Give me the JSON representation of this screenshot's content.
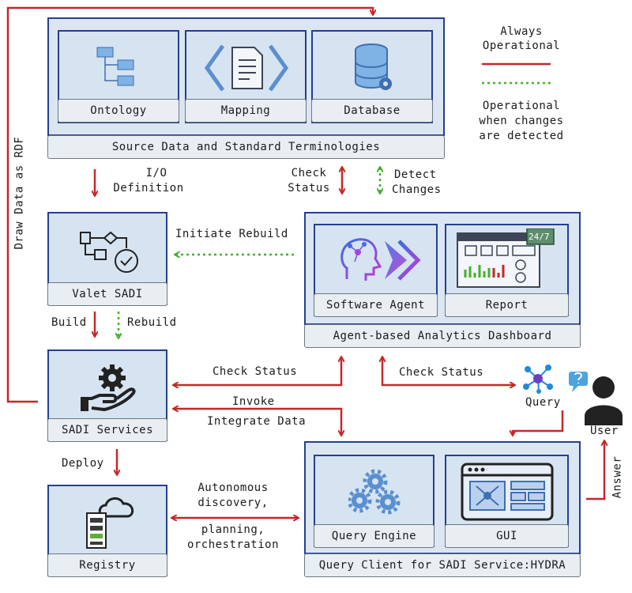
{
  "colors": {
    "red": "#c62828",
    "green": "#43b02a",
    "navy": "#24408e",
    "panel": "#d6e3f1"
  },
  "source": {
    "ontology": "Ontology",
    "mapping": "Mapping",
    "database": "Database",
    "caption": "Source Data and Standard Terminologies"
  },
  "legend": {
    "always_line1": "Always",
    "always_line2": "Operational",
    "changes_line1": "Operational",
    "changes_line2": "when changes",
    "changes_line3": "are detected"
  },
  "arrows": {
    "draw_rdf": "Draw Data as RDF",
    "io_1": "I/O",
    "io_2": "Definition",
    "check_status_1": "Check",
    "check_status_2": "Status",
    "detect_1": "Detect",
    "detect_2": "Changes",
    "initiate_rebuild": "Initiate Rebuild",
    "build": "Build",
    "rebuild": "Rebuild",
    "check_status_left": "Check Status",
    "check_status_right": "Check Status",
    "invoke": "Invoke",
    "integrate": "Integrate Data",
    "query": "Query",
    "deploy": "Deploy",
    "auto_1": "Autonomous",
    "auto_2": "discovery,",
    "auto_3": "planning,",
    "auto_4": "orchestration",
    "answer": "Answer"
  },
  "valet": {
    "label": "Valet SADI"
  },
  "dashboard": {
    "agent": "Software Agent",
    "report": "Report",
    "caption": "Agent-based Analytics Dashboard",
    "badge": "24/7"
  },
  "services": {
    "label": "SADI Services"
  },
  "registry": {
    "label": "Registry"
  },
  "client": {
    "engine": "Query Engine",
    "gui": "GUI",
    "caption": "Query Client for SADI Service:HYDRA"
  },
  "user": {
    "label": "User"
  }
}
